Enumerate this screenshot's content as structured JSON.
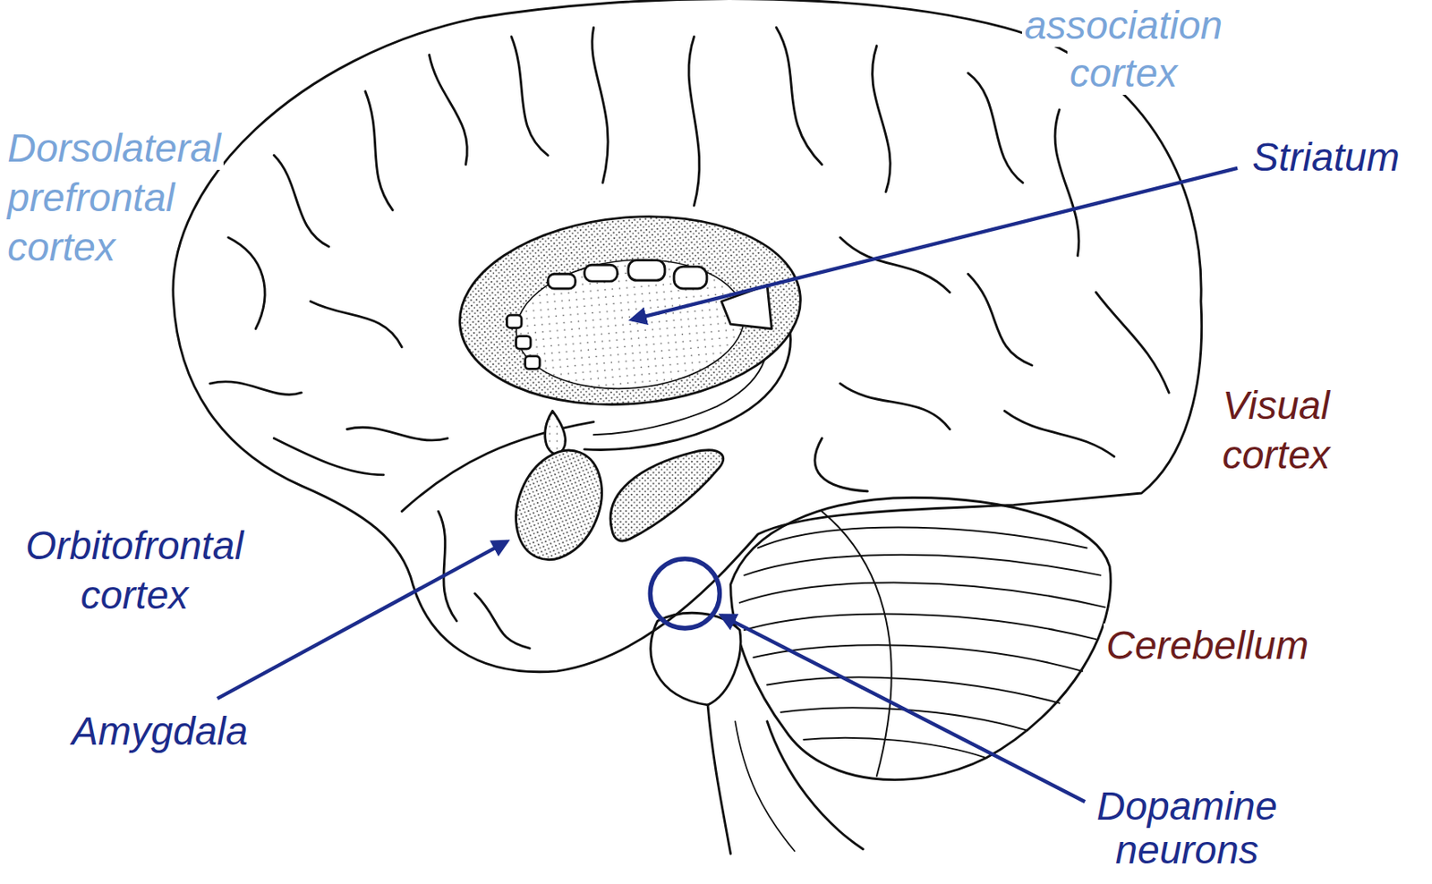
{
  "diagram": {
    "labels": [
      "association cortex",
      "Dorsolateral prefrontal cortex",
      "Striatum",
      "Visual cortex",
      "Orbitofrontal cortex",
      "Cerebellum",
      "Amygdala",
      "Dopamine neurons"
    ]
  }
}
